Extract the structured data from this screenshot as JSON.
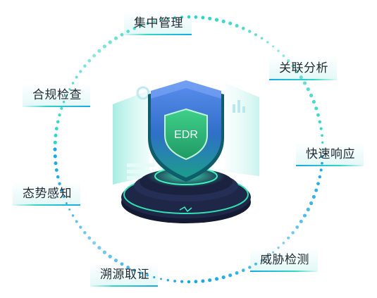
{
  "center": {
    "badge_text": "EDR"
  },
  "features": [
    {
      "id": "central-management",
      "label": "集中管理"
    },
    {
      "id": "correlation-analysis",
      "label": "关联分析"
    },
    {
      "id": "rapid-response",
      "label": "快速响应"
    },
    {
      "id": "threat-detection",
      "label": "威胁检测"
    },
    {
      "id": "traceability-forensics",
      "label": "溯源取证"
    },
    {
      "id": "situational-awareness",
      "label": "态势感知"
    },
    {
      "id": "compliance-check",
      "label": "合规检查"
    }
  ],
  "colors": {
    "shield_top": "#4d7fe6",
    "shield_bottom": "#1f9e8d",
    "badge_green": "#2ec07a",
    "dot_cyan": "#2fd6c4",
    "dot_blue": "#1aa7e8",
    "platform": "#1b2240"
  }
}
